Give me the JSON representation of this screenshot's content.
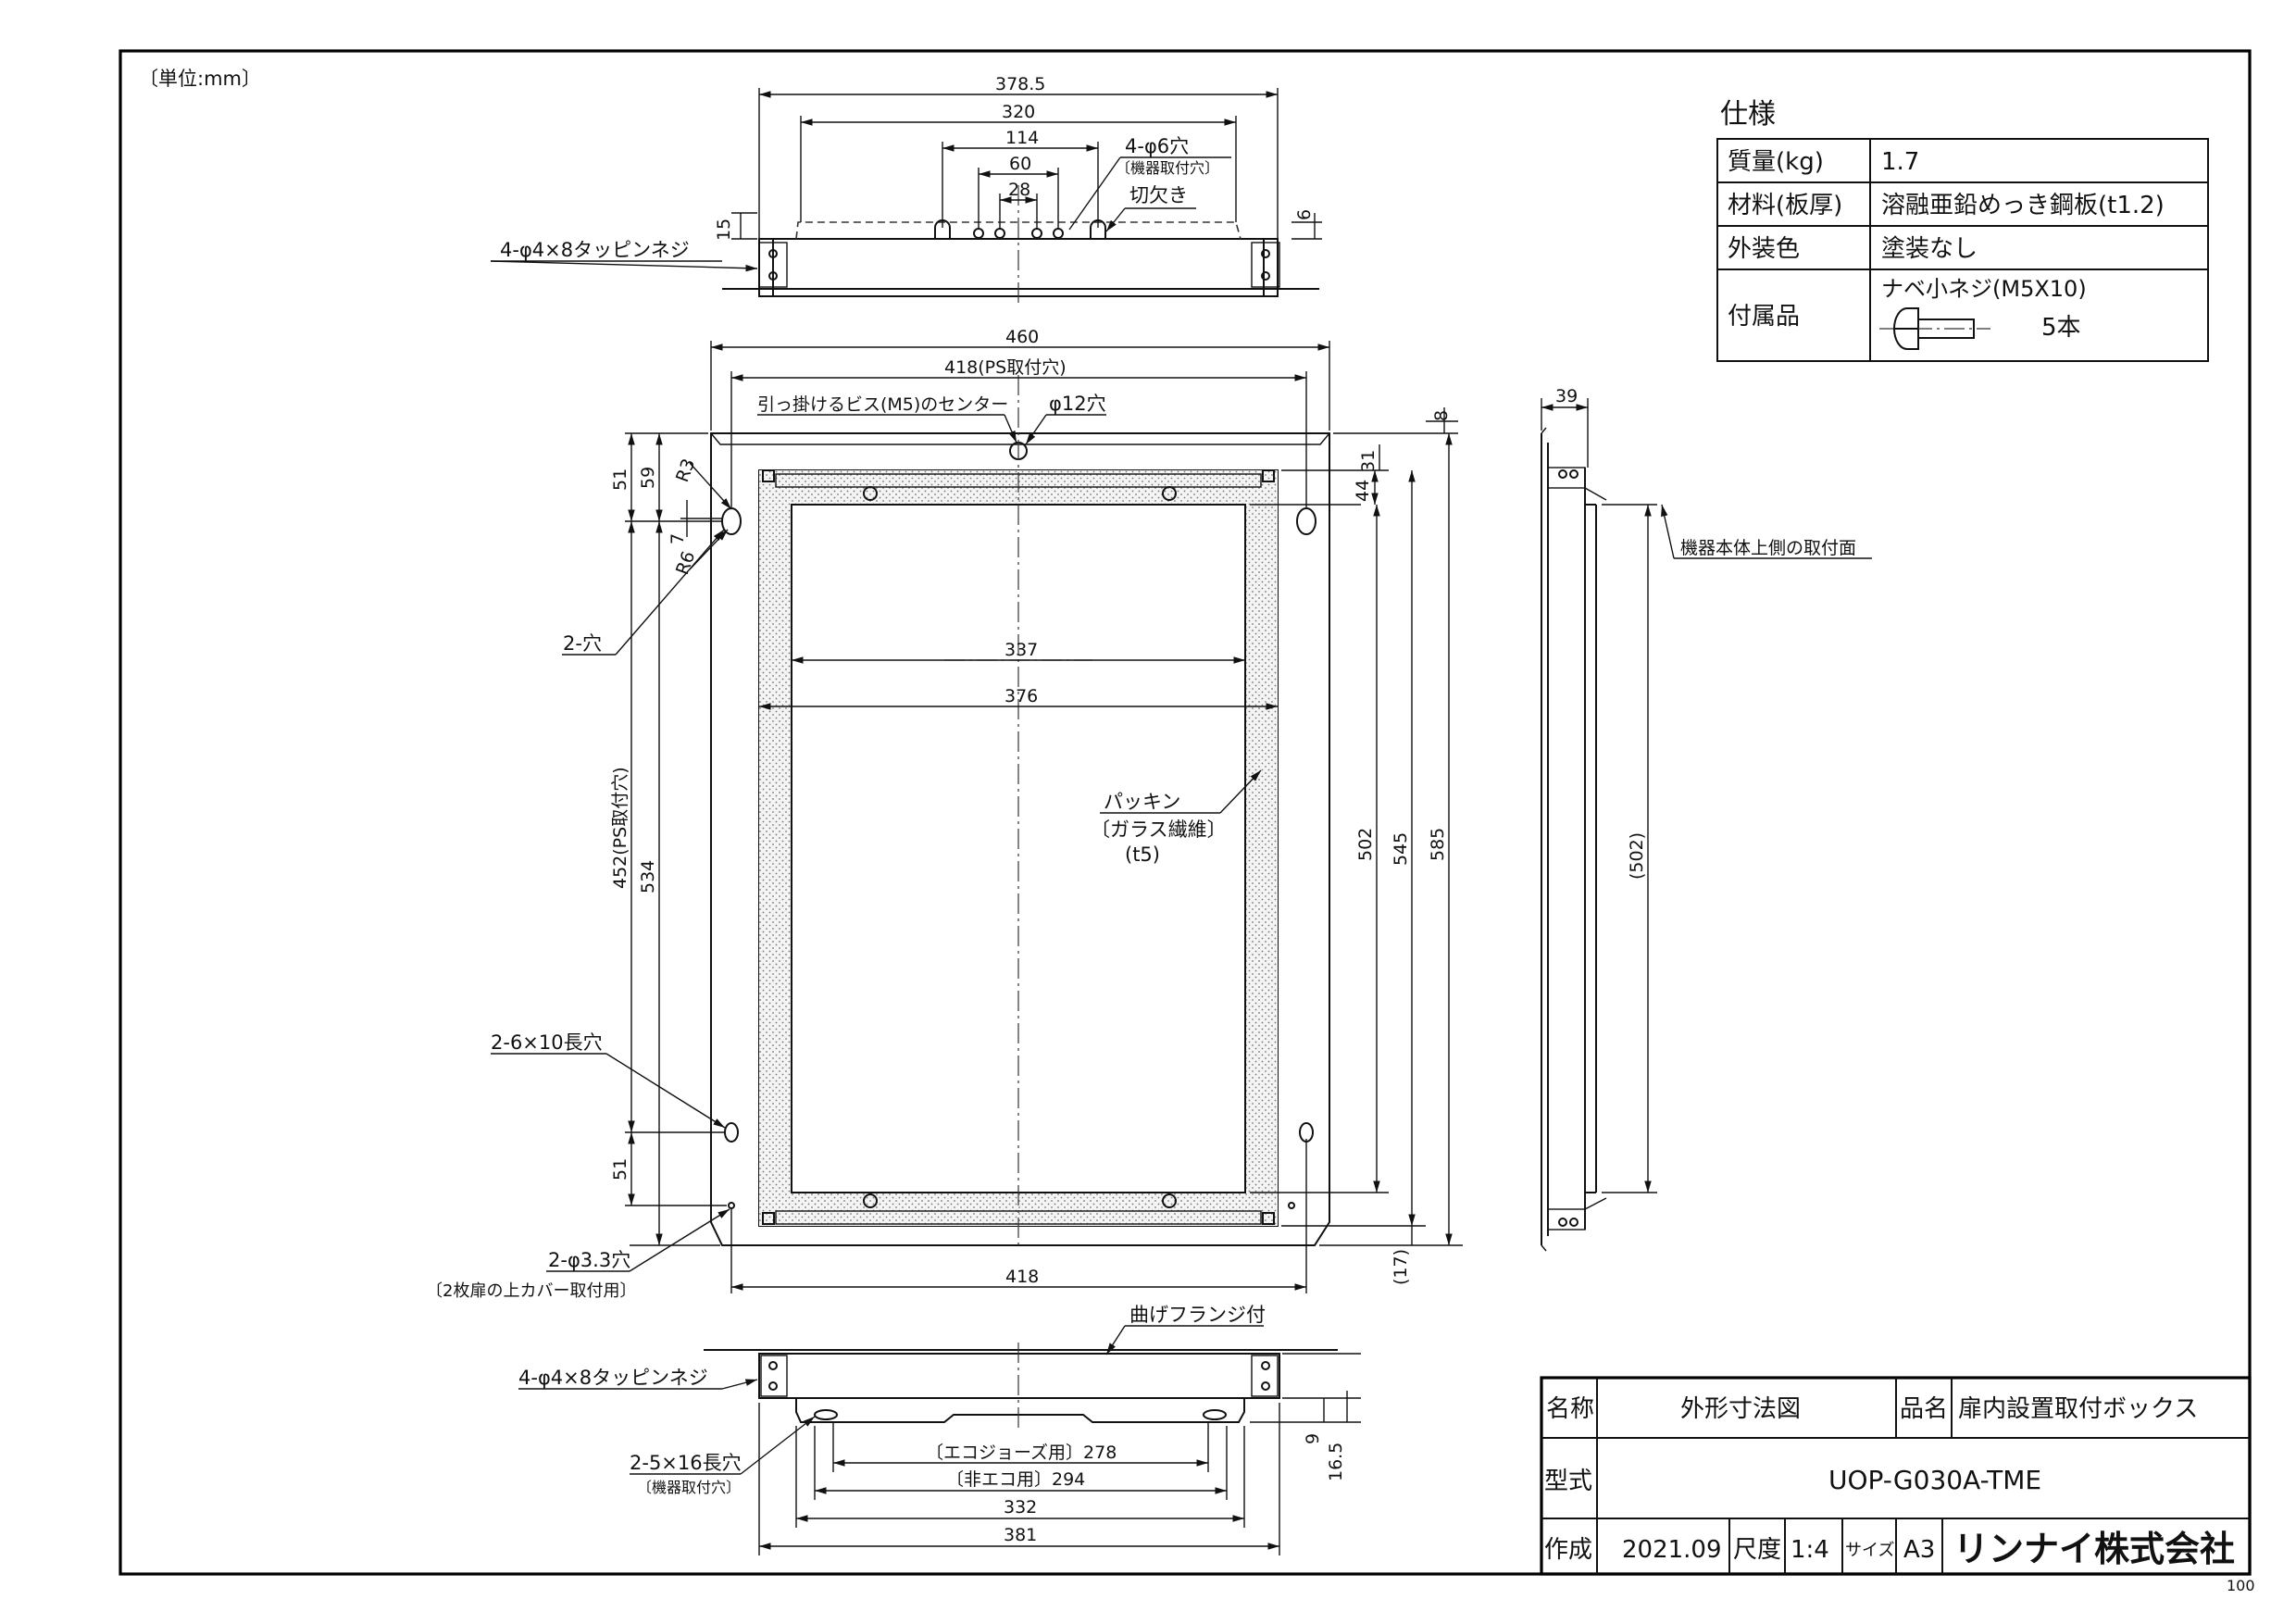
{
  "unit_note": "〔単位:mm〕",
  "page_number": "100",
  "spec": {
    "title": "仕様",
    "rows": [
      {
        "label": "質量(kg)",
        "value": "1.7"
      },
      {
        "label": "材料(板厚)",
        "value": "溶融亜鉛めっき鋼板(t1.2)"
      },
      {
        "label": "外装色",
        "value": "塗装なし"
      }
    ],
    "accessory_label": "付属品",
    "accessory_name": "ナベ小ネジ(M5X10)",
    "accessory_qty": "5本"
  },
  "title_block": {
    "name_label": "名称",
    "name_value": "外形寸法図",
    "product_label": "品名",
    "product_value": "扉内設置取付ボックス",
    "model_label": "型式",
    "model_value": "UOP-G030A-TME",
    "made_label": "作成",
    "made_value": "2021.09",
    "scale_label": "尺度",
    "scale_value": "1:4",
    "size_label": "サイズ",
    "size_value": "A3",
    "company": "リンナイ株式会社"
  },
  "dimensions": {
    "top_378_5": "378.5",
    "top_320": "320",
    "top_114": "114",
    "top_60": "60",
    "top_28": "28",
    "top_15": "15",
    "top_6": "6",
    "front_460": "460",
    "front_418_ps": "418(PS取付穴)",
    "front_8": "8",
    "front_31": "31",
    "front_44": "44",
    "front_51_top": "51",
    "front_59": "59",
    "front_7": "7",
    "front_r3": "R3",
    "front_r6": "R6",
    "front_337": "337",
    "front_376": "376",
    "front_452": "452(PS取付穴)",
    "front_534": "534",
    "front_51_bottom": "51",
    "front_502": "502",
    "front_545": "545",
    "front_585": "585",
    "front_17": "(17)",
    "front_418_bottom": "418",
    "side_39": "39",
    "side_502": "(502)",
    "bottom_278": "〔エコジョーズ用〕278",
    "bottom_294": "〔非エコ用〕294",
    "bottom_332": "332",
    "bottom_381": "381",
    "bottom_9": "9",
    "bottom_16_5": "16.5"
  },
  "labels": {
    "holes_top": "4-φ6穴",
    "holes_top_sub": "〔機器取付穴〕",
    "notch": "切欠き",
    "tapping_top": "4-φ4×8タッピンネジ",
    "hook_screw": "引っ掛けるビス(M5)のセンター",
    "hole_12": "φ12穴",
    "two_holes": "2-穴",
    "packing": "パッキン",
    "packing_sub": "〔ガラス繊維〕",
    "packing_t": "(t5)",
    "long_holes": "2-6×10長穴",
    "holes_33": "2-φ3.3穴",
    "holes_33_sub": "〔2枚扉の上カバー取付用〕",
    "side_face": "機器本体上側の取付面",
    "flange": "曲げフランジ付",
    "tapping_bottom": "4-φ4×8タッピンネジ",
    "long_holes_bottom": "2-5×16長穴",
    "long_holes_bottom_sub": "〔機器取付穴〕"
  }
}
